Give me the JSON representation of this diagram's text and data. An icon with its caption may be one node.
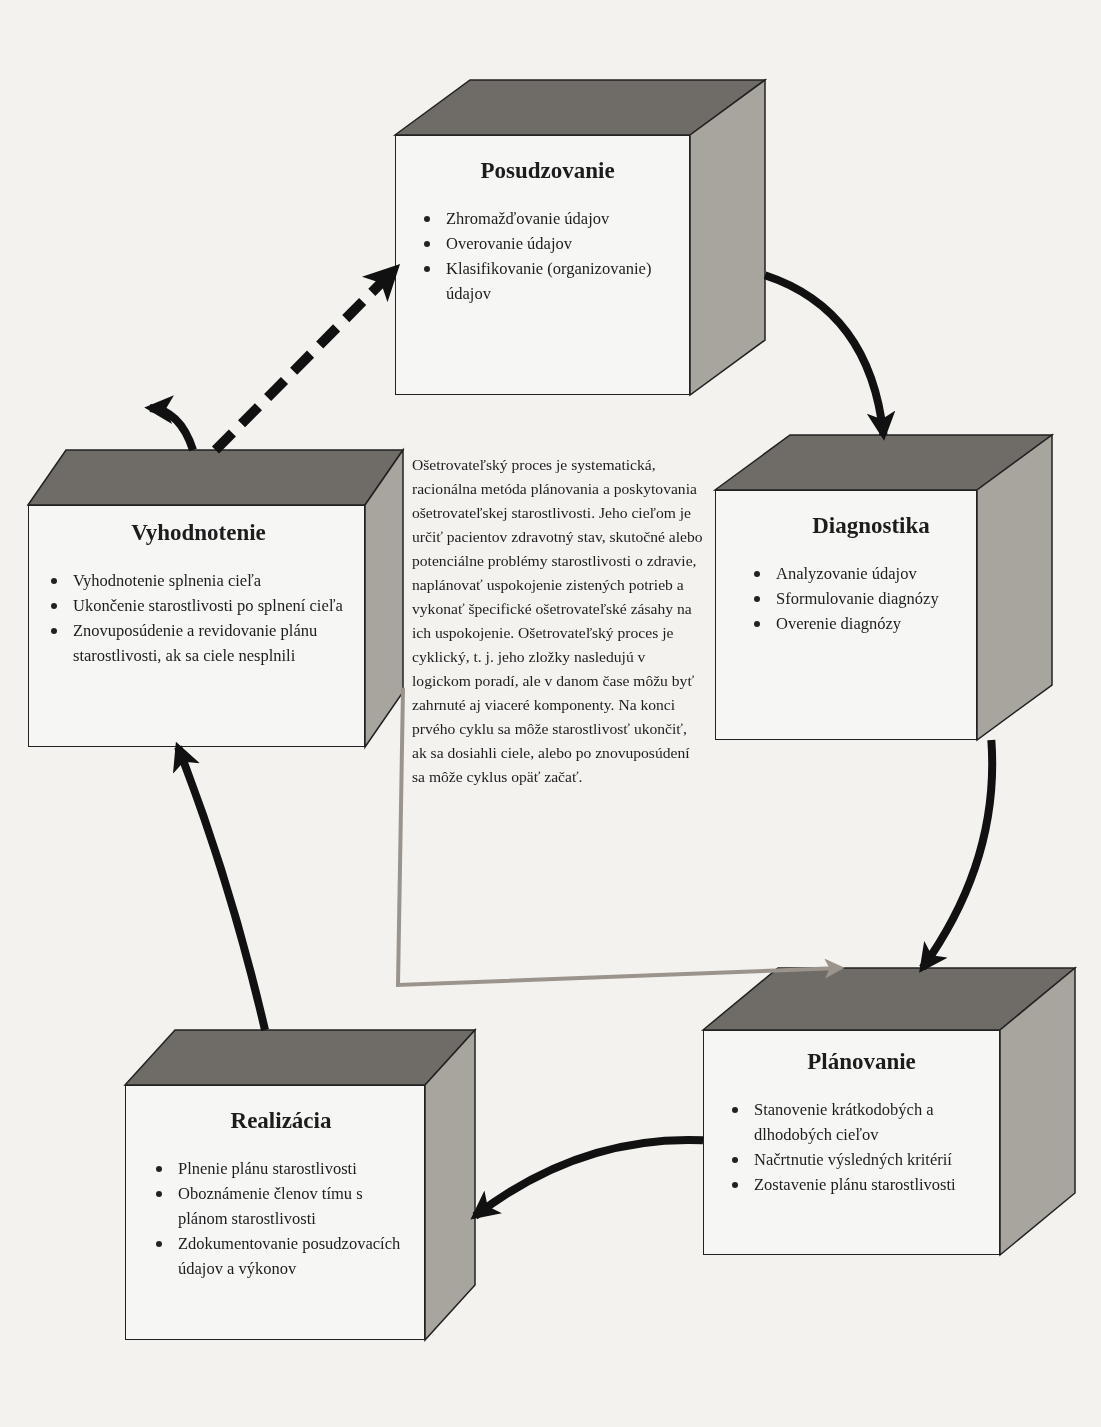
{
  "diagram": {
    "nodes": [
      {
        "text": [
          "Posudzovanie",
          "Zhromažďovanie údajov",
          "Overovanie údajov",
          "Klasifikovanie (organizovanie) údajov"
        ]
      },
      {
        "text": [
          "Diagnostika",
          "Analyzovanie údajov",
          "Sformulovanie diagnózy",
          "Overenie diagnózy"
        ]
      },
      {
        "text": [
          "Plánovanie",
          "Stanovenie krátkodobých a dlhodobých cieľov",
          "Načrtnutie výsledných kritérií",
          "Zostavenie plánu starostlivosti"
        ]
      },
      {
        "text": [
          "Realizácia",
          "Plnenie plánu starostlivosti",
          "Oboznámenie členov tímu s plánom starostlivosti",
          "Zdokumentovanie posudzovacích údajov a výkonov"
        ]
      },
      {
        "text": [
          "Vyhodnotenie",
          "Vyhodnotenie splnenia cieľa",
          "Ukončenie starostlivosti po splnení cieľa",
          "Znovuposúdenie a revidovanie plánu starostlivosti, ak sa ciele nesplnili"
        ]
      }
    ],
    "edges": [
      {
        "from": 0,
        "to": 1,
        "arrow": "to"
      },
      {
        "from": 1,
        "to": 2,
        "arrow": "to"
      },
      {
        "from": 2,
        "to": 3,
        "arrow": "to"
      },
      {
        "from": 3,
        "to": 4,
        "arrow": "to"
      },
      {
        "from": 4,
        "to": 0,
        "arrow": "to",
        "style": "dashed"
      },
      {
        "from": 4,
        "to": null,
        "arrow": "to"
      },
      {
        "from": 4,
        "to": 2,
        "arrow": "to",
        "color": "#9a948c"
      }
    ],
    "labels": [
      "Ošetrovateľský proces je systematická, racionálna metóda plánovania a poskytovania ošetrovateľskej starostlivosti. Jeho cieľom je určiť pacientov zdravotný stav, skutočné alebo potenciálne problémy starostlivosti o zdravie, naplánovať uspokojenie zistených potrieb a vykonať špecifické ošetrovateľské zásahy na ich uspokojenie. Ošetrovateľský proces je cyklický, t. j. jeho zložky nasledujú v logickom poradí, ale v danom čase môžu byť zahrnuté aj viaceré komponenty. Na konci prvého cyklu sa môže starostlivosť ukončiť, ak sa dosiahli ciele, alebo po znovuposúdení sa môže cyklus opäť začať."
    ]
  }
}
